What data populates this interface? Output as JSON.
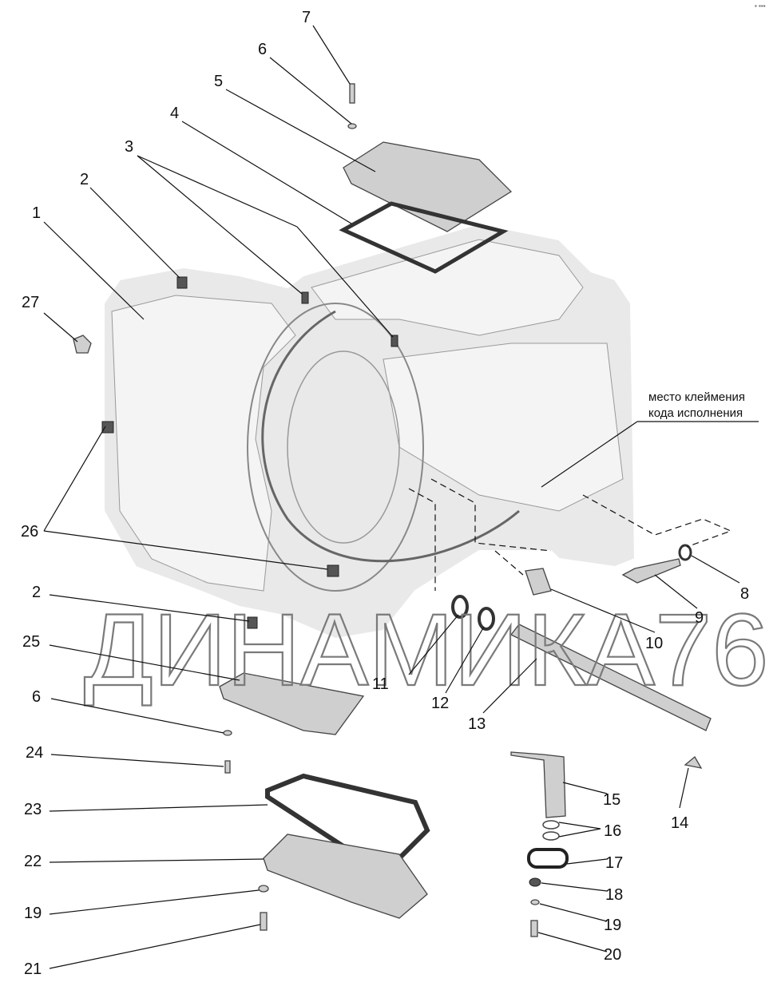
{
  "diagram": {
    "watermark": "ДИНАМИКА76",
    "corner_mark": "▪ ▪▪▪",
    "note": {
      "line1": "место клеймения",
      "line2": "кода исполнения"
    },
    "labels": [
      "7",
      "6",
      "5",
      "4",
      "3",
      "2",
      "1",
      "27",
      "26",
      "2",
      "25",
      "6",
      "24",
      "23",
      "22",
      "19",
      "21",
      "11",
      "12",
      "13",
      "10",
      "9",
      "8",
      "14",
      "15",
      "16",
      "17",
      "18",
      "19",
      "20"
    ]
  }
}
